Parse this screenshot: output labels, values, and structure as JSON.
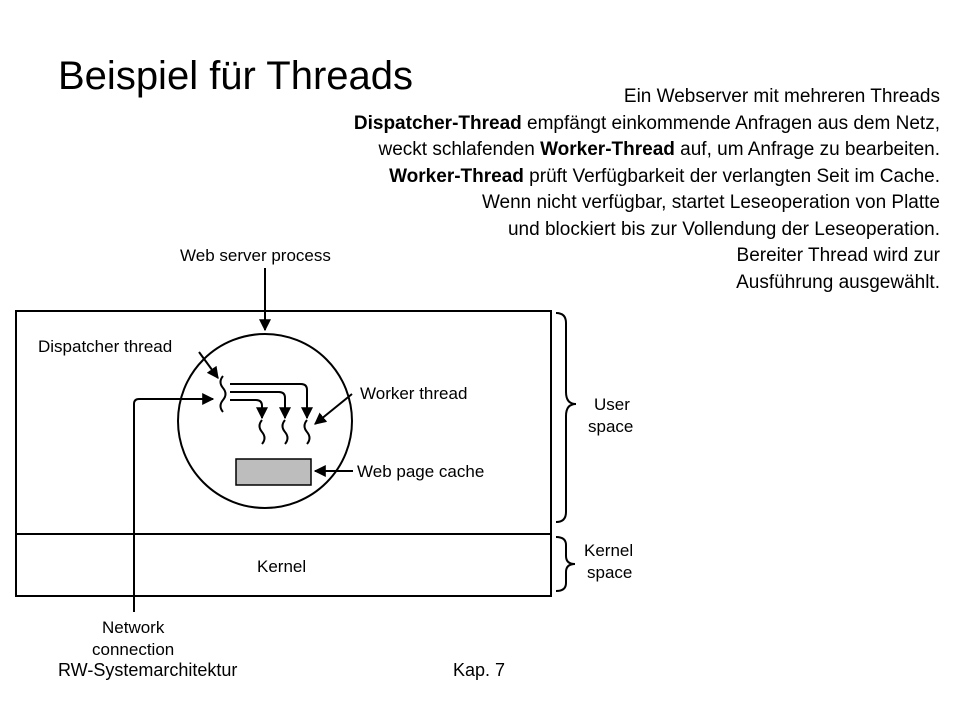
{
  "slide": {
    "title": "Beispiel für Threads",
    "footer_left": "RW-Systemarchitektur",
    "footer_center": "Kap. 7"
  },
  "description": {
    "line1": "Ein Webserver mit mehreren Threads",
    "line2_bold": "Dispatcher-Thread",
    "line2_rest": " empfängt einkommende Anfragen aus dem Netz,",
    "line3_pre": "weckt schlafenden ",
    "line3_bold": "Worker-Thread",
    "line3_post": " auf, um Anfrage zu bearbeiten.",
    "line4_bold": "Worker-Thread",
    "line4_rest": " prüft Verfügbarkeit der verlangten Seit im Cache.",
    "line5": "Wenn nicht verfügbar, startet Leseoperation von Platte",
    "line6": "und blockiert bis zur Vollendung der Leseoperation.",
    "line7": "Bereiter Thread wird zur",
    "line8": "Ausführung ausgewählt."
  },
  "diagram": {
    "web_server_process": "Web server process",
    "dispatcher_thread": "Dispatcher thread",
    "worker_thread": "Worker thread",
    "web_page_cache": "Web page cache",
    "user_space_line1": "User",
    "user_space_line2": "space",
    "kernel_space_line1": "Kernel",
    "kernel_space_line2": "space",
    "kernel": "Kernel",
    "network_line1": "Network",
    "network_line2": "connection",
    "cache_fill_color": "#bdbdbd"
  }
}
